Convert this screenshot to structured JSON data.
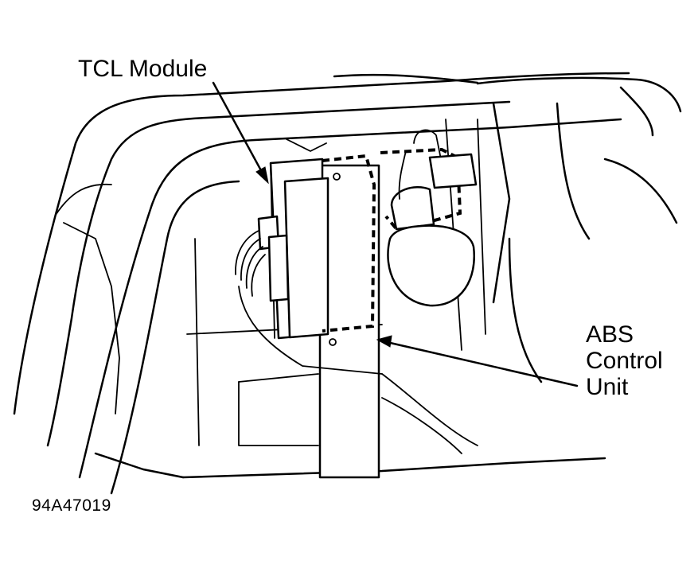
{
  "labels": {
    "tcl_module": "TCL Module",
    "abs_control_unit": [
      "ABS",
      "Control",
      "Unit"
    ]
  },
  "figure_id": "94A47019",
  "colors": {
    "line": "#000000",
    "background": "#ffffff"
  }
}
